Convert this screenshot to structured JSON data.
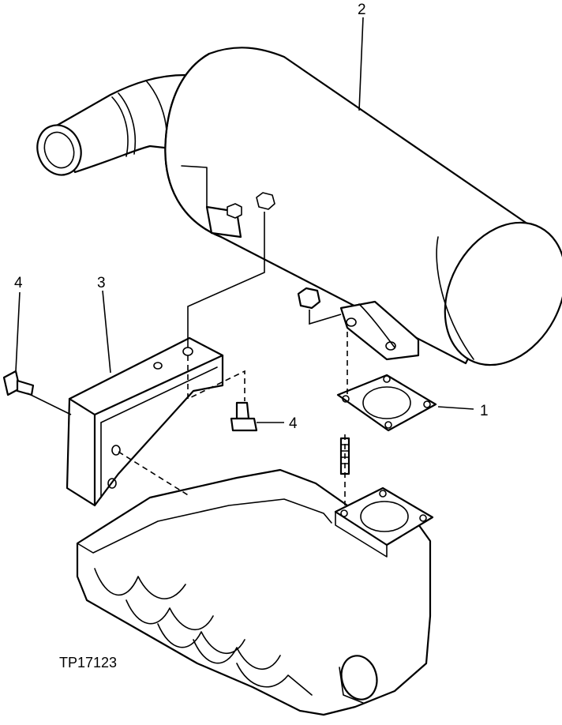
{
  "figure_id": "TP17123",
  "callouts": {
    "gasket": "1",
    "muffler": "2",
    "bracket": "3",
    "cap_screw_left": "4",
    "cap_screw_center": "4"
  }
}
